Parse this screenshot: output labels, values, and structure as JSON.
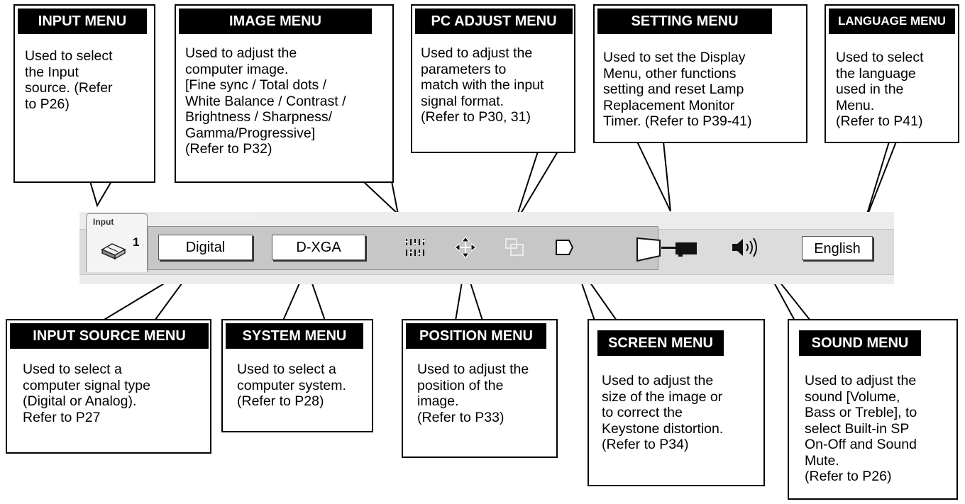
{
  "callouts": {
    "input_menu": {
      "title": "INPUT MENU",
      "body": "Used to select\nthe Input\nsource. (Refer\nto P26)"
    },
    "image_menu": {
      "title": "IMAGE MENU",
      "body": "Used to adjust the\ncomputer image.\n[Fine sync / Total dots /\nWhite Balance / Contrast /\nBrightness / Sharpness/\nGamma/Progressive]\n(Refer to P32)"
    },
    "pc_adjust_menu": {
      "title": "PC ADJUST MENU",
      "body": "Used to adjust the\nparameters to\nmatch with the input\nsignal format.\n(Refer to P30, 31)"
    },
    "setting_menu": {
      "title": "SETTING MENU",
      "body": "Used to set the Display\nMenu, other functions\nsetting and reset Lamp\nReplacement Monitor\nTimer. (Refer to P39-41)"
    },
    "language_menu": {
      "title": "LANGUAGE MENU",
      "body": "Used to select\nthe language\nused in the\nMenu.\n(Refer to P41)"
    },
    "input_source_menu": {
      "title": "INPUT SOURCE MENU",
      "body": "Used to select a\ncomputer signal type\n(Digital or Analog).\nRefer to P27"
    },
    "system_menu": {
      "title": "SYSTEM MENU",
      "body": "Used to select a\ncomputer system.\n(Refer to P28)"
    },
    "position_menu": {
      "title": "POSITION MENU",
      "body": "Used to adjust the\nposition of the\nimage.\n(Refer to P33)"
    },
    "screen_menu": {
      "title": "SCREEN MENU",
      "body": "Used to adjust the\nsize of the image or\nto correct the\nKeystone distortion.\n(Refer to P34)"
    },
    "sound_menu": {
      "title": "SOUND MENU",
      "body": "Used to adjust the\nsound [Volume,\nBass or Treble], to\nselect Built-in SP\nOn-Off and Sound\nMute.\n(Refer to P26)"
    }
  },
  "menubar": {
    "input_tab_label": "Input",
    "input_number": "1",
    "input_source_value": "Digital",
    "system_value": "D-XGA",
    "language_value": "English",
    "icons": [
      "input-source-icon",
      "image-adjust-icon",
      "position-icon",
      "pc-adjust-icon",
      "screen-icon",
      "setting-icon",
      "sound-icon"
    ]
  }
}
